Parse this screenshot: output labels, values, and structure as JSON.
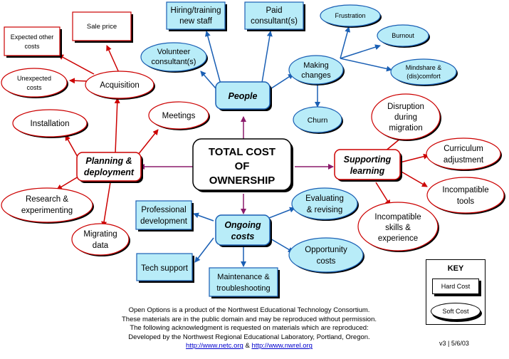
{
  "center": {
    "l1": "TOTAL COST",
    "l2": "OF",
    "l3": "OWNERSHIP"
  },
  "hubs": {
    "people": "People",
    "planning_l1": "Planning &",
    "planning_l2": "deployment",
    "supporting_l1": "Supporting",
    "supporting_l2": "learning",
    "ongoing_l1": "Ongoing",
    "ongoing_l2": "costs"
  },
  "nodes": {
    "hiring_l1": "Hiring/training",
    "hiring_l2": "new staff",
    "paid_l1": "Paid",
    "paid_l2": "consultant(s)",
    "volunteer_l1": "Volunteer",
    "volunteer_l2": "consultant(s)",
    "making_l1": "Making",
    "making_l2": "changes",
    "frustration": "Frustration",
    "burnout": "Burnout",
    "mindshare_l1": "Mindshare &",
    "mindshare_l2": "(dis)comfort",
    "churn": "Churn",
    "expected_l1": "Expected other",
    "expected_l2": "costs",
    "sale_price": "Sale price",
    "unexpected_l1": "Unexpected",
    "unexpected_l2": "costs",
    "acquisition": "Acquisition",
    "installation": "Installation",
    "meetings": "Meetings",
    "research_l1": "Research  &",
    "research_l2": "experimenting",
    "migrating_l1": "Migrating",
    "migrating_l2": "data",
    "disruption_l1": "Disruption",
    "disruption_l2": "during",
    "disruption_l3": "migration",
    "curriculum_l1": "Curriculum",
    "curriculum_l2": "adjustment",
    "incompat_tools_l1": "Incompatible",
    "incompat_tools_l2": "tools",
    "incompat_skills_l1": "Incompatible",
    "incompat_skills_l2": "skills &",
    "incompat_skills_l3": "experience",
    "evaluating_l1": "Evaluating",
    "evaluating_l2": "& revising",
    "opportunity_l1": "Opportunity",
    "opportunity_l2": "costs",
    "prof_dev_l1": "Professional",
    "prof_dev_l2": "development",
    "tech_support": "Tech support",
    "maintenance_l1": "Maintenance &",
    "maintenance_l2": "troubleshooting"
  },
  "footer": {
    "line1": "Open Options is a product of the Northwest Educational Technology Consortium.",
    "line2": "These materials are in the public domain and may be reproduced without permission.",
    "line3": "The following acknowledgment is requested on materials which are reproduced:",
    "line4": "Developed by the Northwest Regional Educational Laboratory, Portland, Oregon.",
    "link1": "http://www.netc.org",
    "amp": " & ",
    "link2": "http://www.nwrel.org"
  },
  "key": {
    "title": "KEY",
    "hard": "Hard Cost",
    "soft": "Soft Cost"
  },
  "version": "v3  |  5/6/03",
  "colors": {
    "red": "#cc0000",
    "blue": "#1a5fb4",
    "purple": "#8b1a6b",
    "blue_fill": "#b8ecf8",
    "white_fill": "#ffffff"
  }
}
